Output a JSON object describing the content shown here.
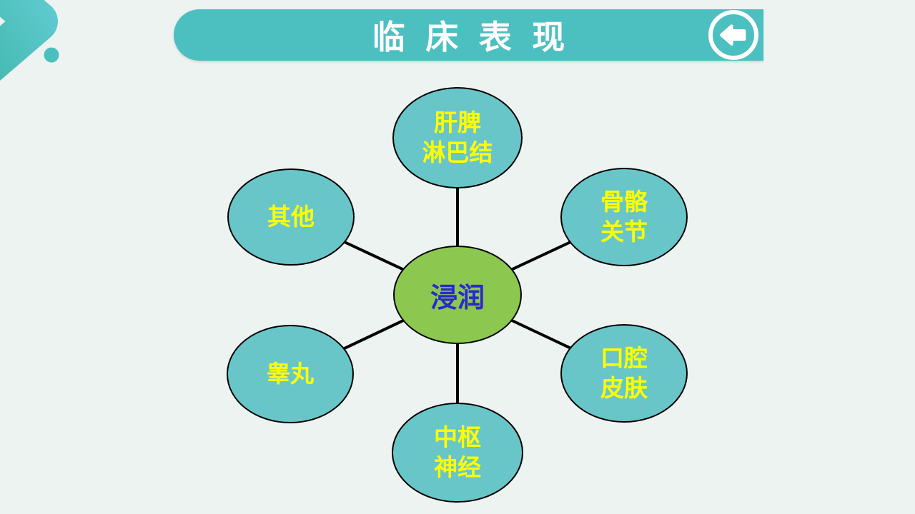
{
  "header": {
    "title": "临床表现",
    "back_icon": "circle-arrow-left-icon"
  },
  "logo_icon": "chevron-right-logo-icon",
  "diagram": {
    "center": {
      "label": "浸润"
    },
    "nodes": [
      {
        "id": "liver-spleen-lymph",
        "position": "top",
        "line1": "肝脾",
        "line2": "淋巴结"
      },
      {
        "id": "bones-joints",
        "position": "top-right",
        "line1": "骨骼",
        "line2": "关节"
      },
      {
        "id": "oral-skin",
        "position": "bottom-right",
        "line1": "口腔",
        "line2": "皮肤"
      },
      {
        "id": "cns",
        "position": "bottom",
        "line1": "中枢",
        "line2": "神经"
      },
      {
        "id": "testis",
        "position": "bottom-left",
        "line1": "睾丸",
        "line2": ""
      },
      {
        "id": "others",
        "position": "top-left",
        "line1": "其他",
        "line2": ""
      }
    ]
  },
  "colors": {
    "page_bg": "#edf3f1",
    "bar_fill": "#4cbfc1",
    "title_color": "#ffffff",
    "node_fill": "#68c6c9",
    "node_text_color": "#ffff00",
    "center_fill": "#8cc850",
    "center_text_color": "#2a2acc",
    "connector_color": "#000000",
    "logo_gradient_start": "#3cb4a4",
    "logo_gradient_end": "#62ccd4"
  }
}
